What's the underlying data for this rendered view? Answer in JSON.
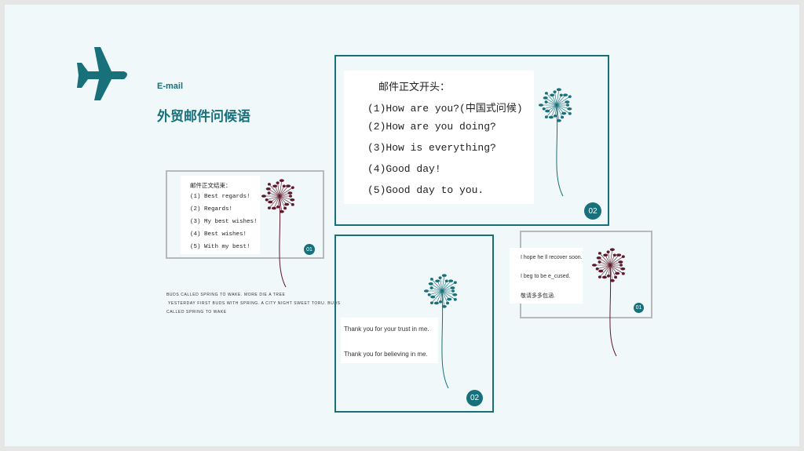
{
  "header": {
    "subtitle": "E-mail",
    "title": "外贸邮件问候语",
    "icon": "airplane-icon"
  },
  "card_top_right": {
    "heading": "邮件正文开头：",
    "lines": [
      "(1)How are you?(中国式问候)",
      "(2)How are you doing?",
      "(3)How is everything?",
      "(4)Good day!",
      "(5)Good day to you."
    ],
    "badge": "02"
  },
  "card_left": {
    "heading": "邮件正文结束：",
    "lines": [
      "(1) Best regards!",
      "(2) Regards!",
      "(3) My best wishes!",
      "(4) Best wishes!",
      "(5) With my best!"
    ],
    "badge": "01"
  },
  "caption": [
    "BUDS CALLED SPRING TO WAKE. MORE DIE A TREE",
    "YESTERDAY FIRST BUDS WITH SPRING. A CITY NIGHT SWEET TORU. BUDS",
    "CALLED SPRING TO WAKE"
  ],
  "card_center": {
    "lines": [
      "Thank you for your trust in me.",
      "Thank you for believing in me."
    ],
    "badge": "02"
  },
  "card_right": {
    "lines": [
      "I hope he ll recover soon.",
      "I beg to be e_cused.",
      "敬请多多包涵."
    ],
    "badge": "01"
  },
  "colors": {
    "teal": "#17707a",
    "maroon": "#5e1a2a",
    "background": "#f0f8fa"
  }
}
